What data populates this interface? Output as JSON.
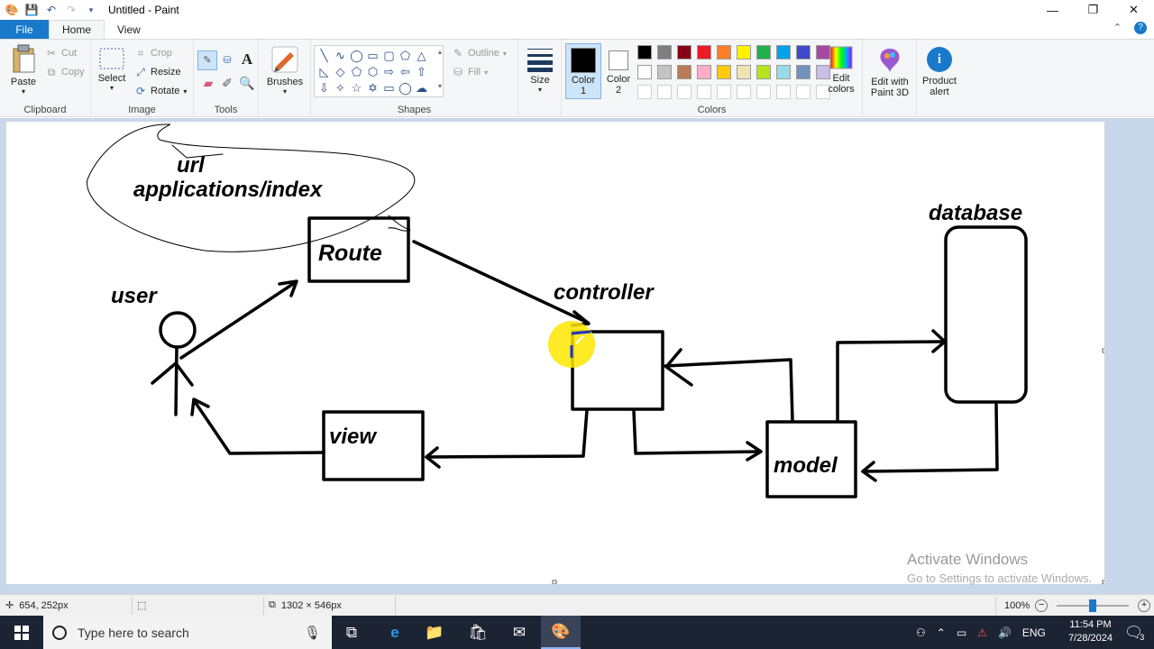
{
  "window": {
    "title": "Untitled - Paint",
    "minimize": "—",
    "maximize": "❐",
    "close": "✕"
  },
  "tabs": [
    {
      "label": "File"
    },
    {
      "label": "Home"
    },
    {
      "label": "View"
    }
  ],
  "ribbon": {
    "clipboard": {
      "label": "Clipboard",
      "paste": "Paste",
      "cut": "Cut",
      "copy": "Copy"
    },
    "image": {
      "label": "Image",
      "select": "Select",
      "crop": "Crop",
      "resize": "Resize",
      "rotate": "Rotate"
    },
    "tools": {
      "label": "Tools"
    },
    "brushes": {
      "label": "Brushes"
    },
    "shapes": {
      "label": "Shapes",
      "outline": "Outline",
      "fill": "Fill"
    },
    "size": {
      "label": "Size"
    },
    "colors": {
      "label": "Colors",
      "color1": "Color 1",
      "color2": "Color 2",
      "edit_colors": "Edit colors",
      "palette_row1": [
        "#000000",
        "#7f7f7f",
        "#880015",
        "#ed1c24",
        "#ff7f27",
        "#fff200",
        "#22b14c",
        "#00a2e8",
        "#3f48cc",
        "#a349a4"
      ],
      "palette_row2": [
        "#ffffff",
        "#c3c3c3",
        "#b97a57",
        "#ffaec9",
        "#ffc90e",
        "#efe4b0",
        "#b5e61d",
        "#99d9ea",
        "#7092be",
        "#c8bfe7"
      ],
      "color1_value": "#000000",
      "color2_value": "#ffffff"
    },
    "paint3d": {
      "label": "Edit with Paint 3D"
    },
    "product_alert": {
      "label": "Product alert"
    }
  },
  "diagram": {
    "url": "url",
    "applications": "applications/index",
    "route": "Route",
    "user": "user",
    "controller": "controller",
    "database": "database",
    "view": "view",
    "model": "model"
  },
  "watermark": {
    "line1": "Activate Windows",
    "line2": "Go to Settings to activate Windows."
  },
  "statusbar": {
    "cursor_pos": "654, 252px",
    "canvas_size": "1302 × 546px",
    "zoom": "100%"
  },
  "taskbar": {
    "search_placeholder": "Type here to search",
    "language": "ENG",
    "time": "11:54 PM",
    "date": "7/28/2024",
    "notifications": "3"
  }
}
